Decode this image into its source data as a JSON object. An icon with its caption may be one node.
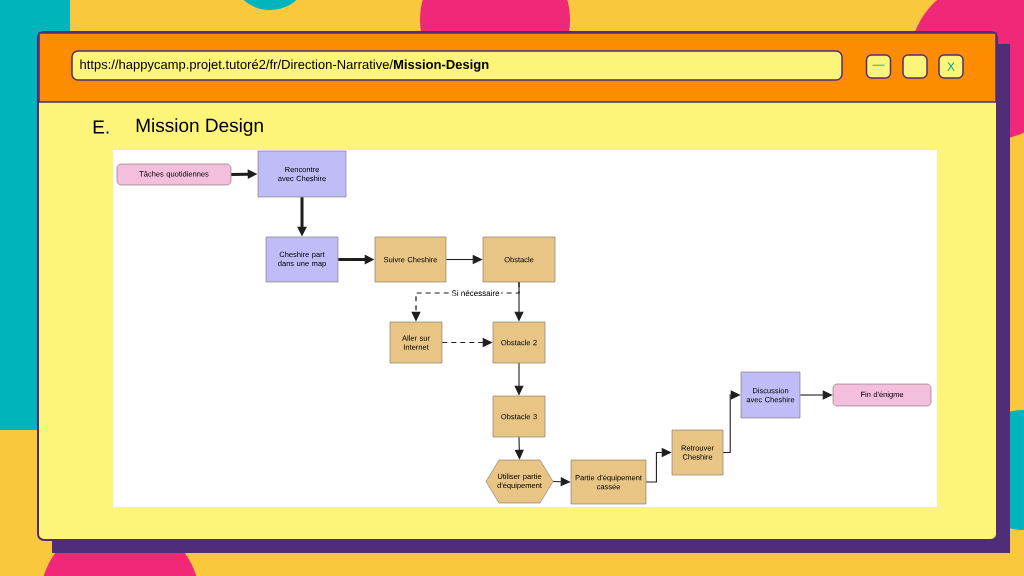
{
  "diagram": {
    "title": "Mission Design",
    "nodes": [
      {
        "text": [
          "Tâches quotidiennes"
        ]
      },
      {
        "text": [
          "Rencontre avec Cheshire"
        ]
      },
      {
        "text": [
          "Cheshire part dans une map"
        ]
      },
      {
        "text": [
          "Suivre Cheshire"
        ]
      },
      {
        "text": [
          "Obstacle"
        ]
      },
      {
        "text": [
          "Aller sur Internet"
        ]
      },
      {
        "text": [
          "Obstacle 2"
        ]
      },
      {
        "text": [
          "Obstacle 3"
        ]
      },
      {
        "text": [
          "Utiliser partie d'équipement"
        ]
      },
      {
        "text": [
          "Partie d'équipement cassée"
        ]
      },
      {
        "text": [
          "Retrouver Cheshire"
        ]
      },
      {
        "text": [
          "Discussion avec Cheshire"
        ]
      },
      {
        "text": [
          "Fin d'énigme"
        ]
      }
    ],
    "edges": [
      {
        "from": 0,
        "to": 1,
        "arrow": "to",
        "style": "thick"
      },
      {
        "from": 1,
        "to": 2,
        "arrow": "to",
        "style": "thick"
      },
      {
        "from": 2,
        "to": 3,
        "arrow": "to",
        "style": "thick"
      },
      {
        "from": 3,
        "to": 4,
        "arrow": "to"
      },
      {
        "from": 4,
        "to": 6,
        "arrow": "to"
      },
      {
        "from": 4,
        "to": 5,
        "arrow": "to",
        "style": "dashed",
        "label": "Si nécessaire"
      },
      {
        "from": 5,
        "to": 6,
        "arrow": "to",
        "style": "dashed"
      },
      {
        "from": 6,
        "to": 7,
        "arrow": "to"
      },
      {
        "from": 7,
        "to": 8,
        "arrow": "to"
      },
      {
        "from": 8,
        "to": 9,
        "arrow": "to"
      },
      {
        "from": 9,
        "to": 10,
        "arrow": "to"
      },
      {
        "from": 10,
        "to": 11,
        "arrow": "to"
      },
      {
        "from": 11,
        "to": 12,
        "arrow": "to"
      }
    ],
    "labels": [
      "https://happycamp.projet.tutoré2/fr/Direction-Narrative/**Mission-Design**",
      "—",
      "X",
      "E."
    ]
  }
}
